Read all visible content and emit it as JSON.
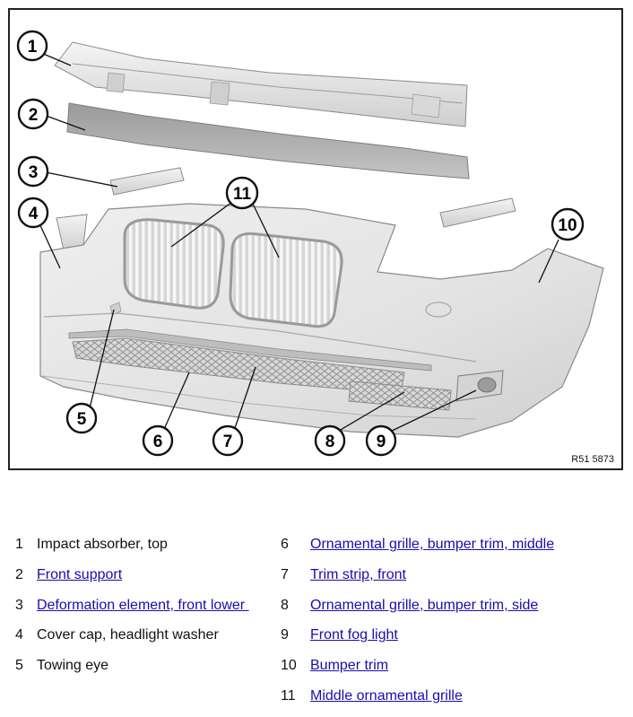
{
  "diagram": {
    "reference_code": "R51 5873",
    "callouts": [
      "1",
      "2",
      "3",
      "4",
      "5",
      "6",
      "7",
      "8",
      "9",
      "10",
      "11"
    ]
  },
  "legend": {
    "left": [
      {
        "num": "1",
        "label": "Impact absorber, top",
        "link": false
      },
      {
        "num": "2",
        "label": "Front support",
        "link": true
      },
      {
        "num": "3",
        "label": "Deformation element, front lower ",
        "link": true
      },
      {
        "num": "4",
        "label": "Cover cap, headlight washer",
        "link": false
      },
      {
        "num": "5",
        "label": "Towing eye",
        "link": false
      }
    ],
    "right": [
      {
        "num": "6",
        "label": "Ornamental grille, bumper trim, middle",
        "link": true
      },
      {
        "num": "7",
        "label": "Trim strip, front",
        "link": true
      },
      {
        "num": "8",
        "label": "Ornamental grille, bumper trim, side",
        "link": true
      },
      {
        "num": "9",
        "label": "Front fog light",
        "link": true
      },
      {
        "num": "10",
        "label": "Bumper trim",
        "link": true
      },
      {
        "num": "11",
        "label": "Middle ornamental grille",
        "link": true
      }
    ]
  },
  "colors": {
    "link": "#1a0dab",
    "part_fill": "#e4e4e4",
    "part_stroke": "#8a8a8a"
  }
}
